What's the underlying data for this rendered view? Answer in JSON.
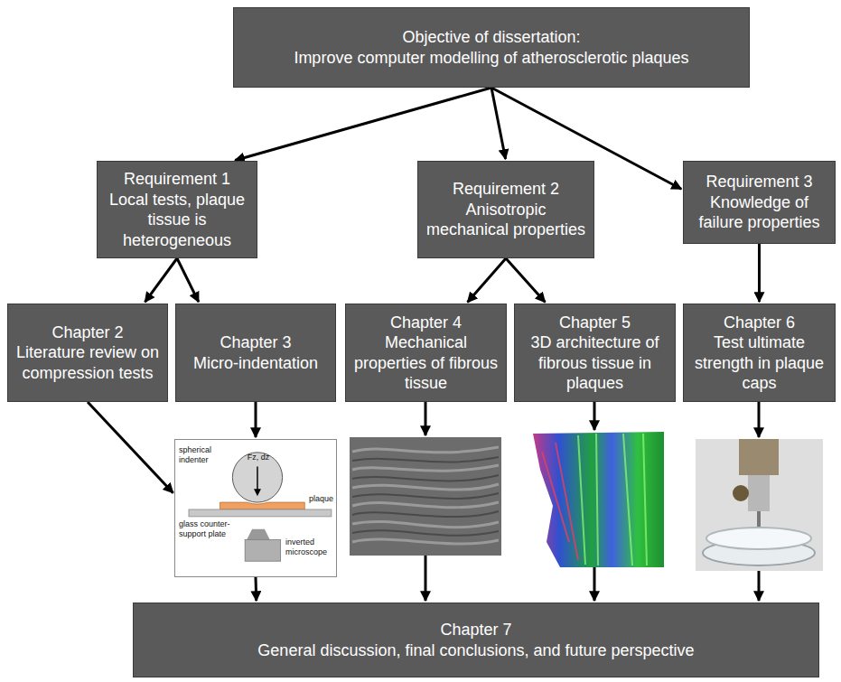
{
  "diagram": {
    "nodes": [
      {
        "text": [
          "Objective of dissertation:",
          "Improve computer modelling of atherosclerotic plaques"
        ]
      },
      {
        "text": [
          "Requirement 1",
          "Local tests, plaque tissue is heterogeneous"
        ]
      },
      {
        "text": [
          "Requirement 2",
          "Anisotropic mechanical properties"
        ]
      },
      {
        "text": [
          "Requirement 3",
          "Knowledge of failure properties"
        ]
      },
      {
        "text": [
          "Chapter 2",
          "Literature review on compression tests"
        ]
      },
      {
        "text": [
          "Chapter 3",
          "Micro-indentation"
        ]
      },
      {
        "text": [
          "Chapter 4",
          "Mechanical properties of fibrous tissue"
        ]
      },
      {
        "text": [
          "Chapter 5",
          "3D architecture of fibrous tissue in plaques"
        ]
      },
      {
        "text": [
          "Chapter 6",
          "Test ultimate strength in plaque caps"
        ]
      },
      {
        "text": [
          "spherical indenter",
          "Fz, dz",
          "plaque",
          "glass counter-support plate",
          "inverted microscope"
        ]
      },
      {
        "text": [
          "Chapter 7",
          "General discussion, final conclusions, and future perspective"
        ]
      }
    ],
    "edges": [
      {
        "from": 0,
        "to": 1,
        "arrow": "to"
      },
      {
        "from": 0,
        "to": 2,
        "arrow": "to"
      },
      {
        "from": 0,
        "to": 3,
        "arrow": "to"
      },
      {
        "from": 1,
        "to": 4,
        "arrow": "to"
      },
      {
        "from": 1,
        "to": 5,
        "arrow": "to"
      },
      {
        "from": 2,
        "to": 6,
        "arrow": "to"
      },
      {
        "from": 2,
        "to": 7,
        "arrow": "to"
      },
      {
        "from": 3,
        "to": 8,
        "arrow": "to"
      },
      {
        "from": 4,
        "to": 9,
        "arrow": "to"
      },
      {
        "from": 5,
        "to": 9,
        "arrow": "to"
      },
      {
        "from": 9,
        "to": 10,
        "arrow": "to"
      }
    ]
  }
}
